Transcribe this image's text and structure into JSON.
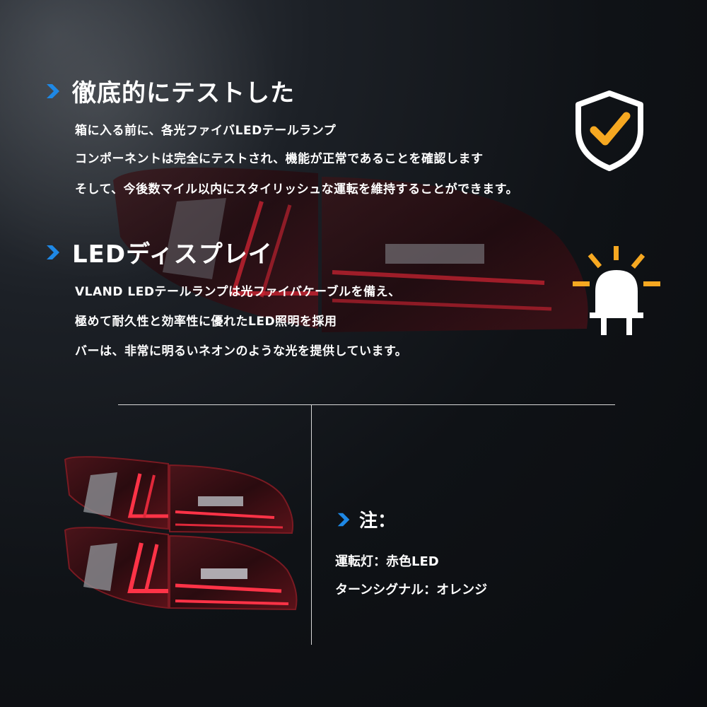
{
  "colors": {
    "arrow_blue": "#1e88e5",
    "accent_orange": "#f6a821",
    "tail_red": "#c81e2c"
  },
  "section1": {
    "title": "徹底的にテストした",
    "lines": [
      "箱に入る前に、各光ファイバLEDテールランプ",
      "コンポーネントは完全にテストされ、機能が正常であることを確認します",
      "そして、今後数マイル以内にスタイリッシュな運転を維持することができます。"
    ],
    "icon": "shield-check-icon"
  },
  "section2": {
    "title": "LEDディスプレイ",
    "lines": [
      "VLAND LEDテールランプは光ファイバケーブルを備え、",
      "極めて耐久性と効率性に優れたLED照明を採用",
      "バーは、非常に明るいネオンのような光を提供しています。"
    ],
    "icon": "led-bulb-icon"
  },
  "note": {
    "title": "注：",
    "lines": [
      "運転灯：赤色LED",
      "ターンシグナル：オレンジ"
    ]
  }
}
